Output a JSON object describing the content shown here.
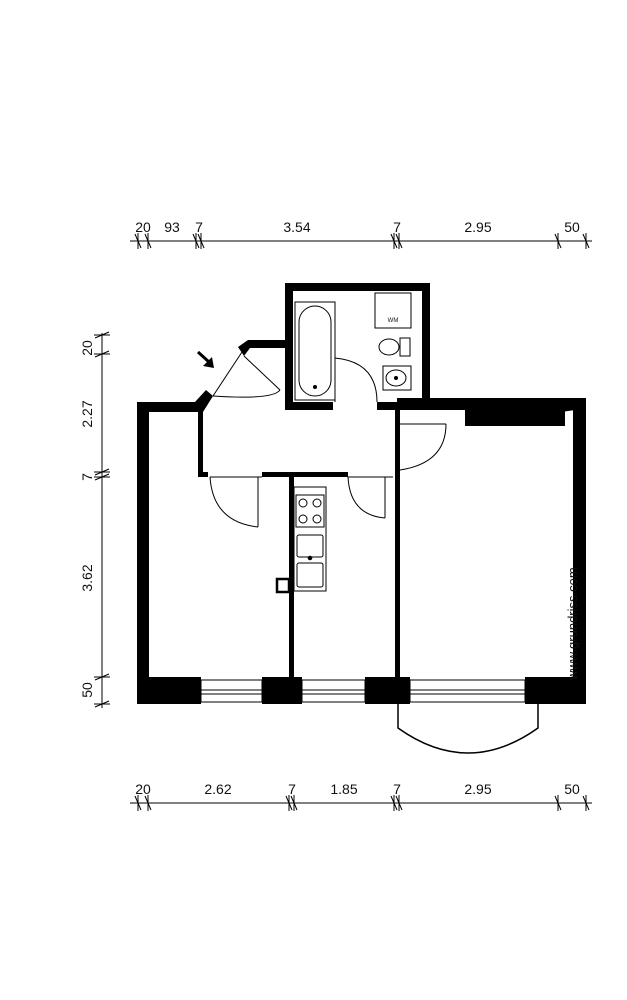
{
  "dimensions": {
    "top": [
      "20",
      "93",
      "7",
      "3.54",
      "7",
      "2.95",
      "50"
    ],
    "bottom": [
      "20",
      "2.62",
      "7",
      "1.85",
      "7",
      "2.95",
      "50"
    ],
    "left": [
      "20",
      "2.27",
      "7",
      "3.62",
      "50"
    ]
  },
  "fixture_label": "WM",
  "watermark": "www.grundriss.com",
  "colors": {
    "wall": "#000000",
    "line": "#000000",
    "background": "#ffffff"
  }
}
